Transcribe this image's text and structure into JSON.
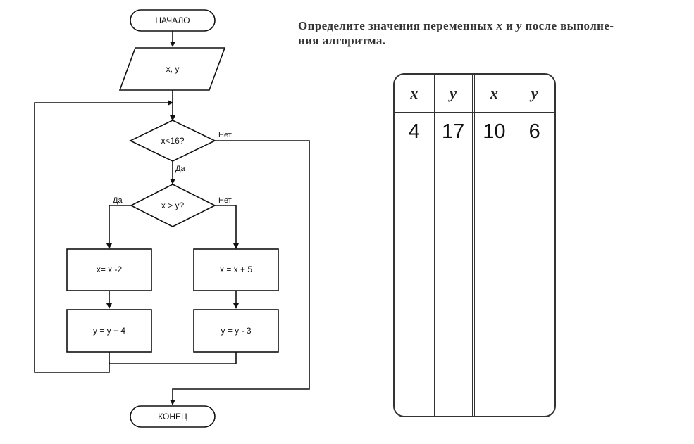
{
  "flowchart": {
    "start": "НАЧАЛО",
    "input": "x, y",
    "condition1": "x<16?",
    "condition1_yes": "Да",
    "condition1_no": "Нет",
    "condition2": "x > y?",
    "condition2_yes": "Да",
    "condition2_no": "Нет",
    "yes_step1": "x= x -2",
    "yes_step2": "y = y + 4",
    "no_step1": "x = x + 5",
    "no_step2": "y = y - 3",
    "end": "КОНЕЦ"
  },
  "task": {
    "part1": "Определите значения переменных ",
    "var_x": "x",
    "part2": " и ",
    "var_y": "y",
    "part3": " после выполне-",
    "line2": "ния алгоритма."
  },
  "table": {
    "headers": [
      "x",
      "y",
      "x",
      "y"
    ],
    "first_row": [
      "4",
      "17",
      "10",
      "6"
    ],
    "empty_rows": 7
  }
}
